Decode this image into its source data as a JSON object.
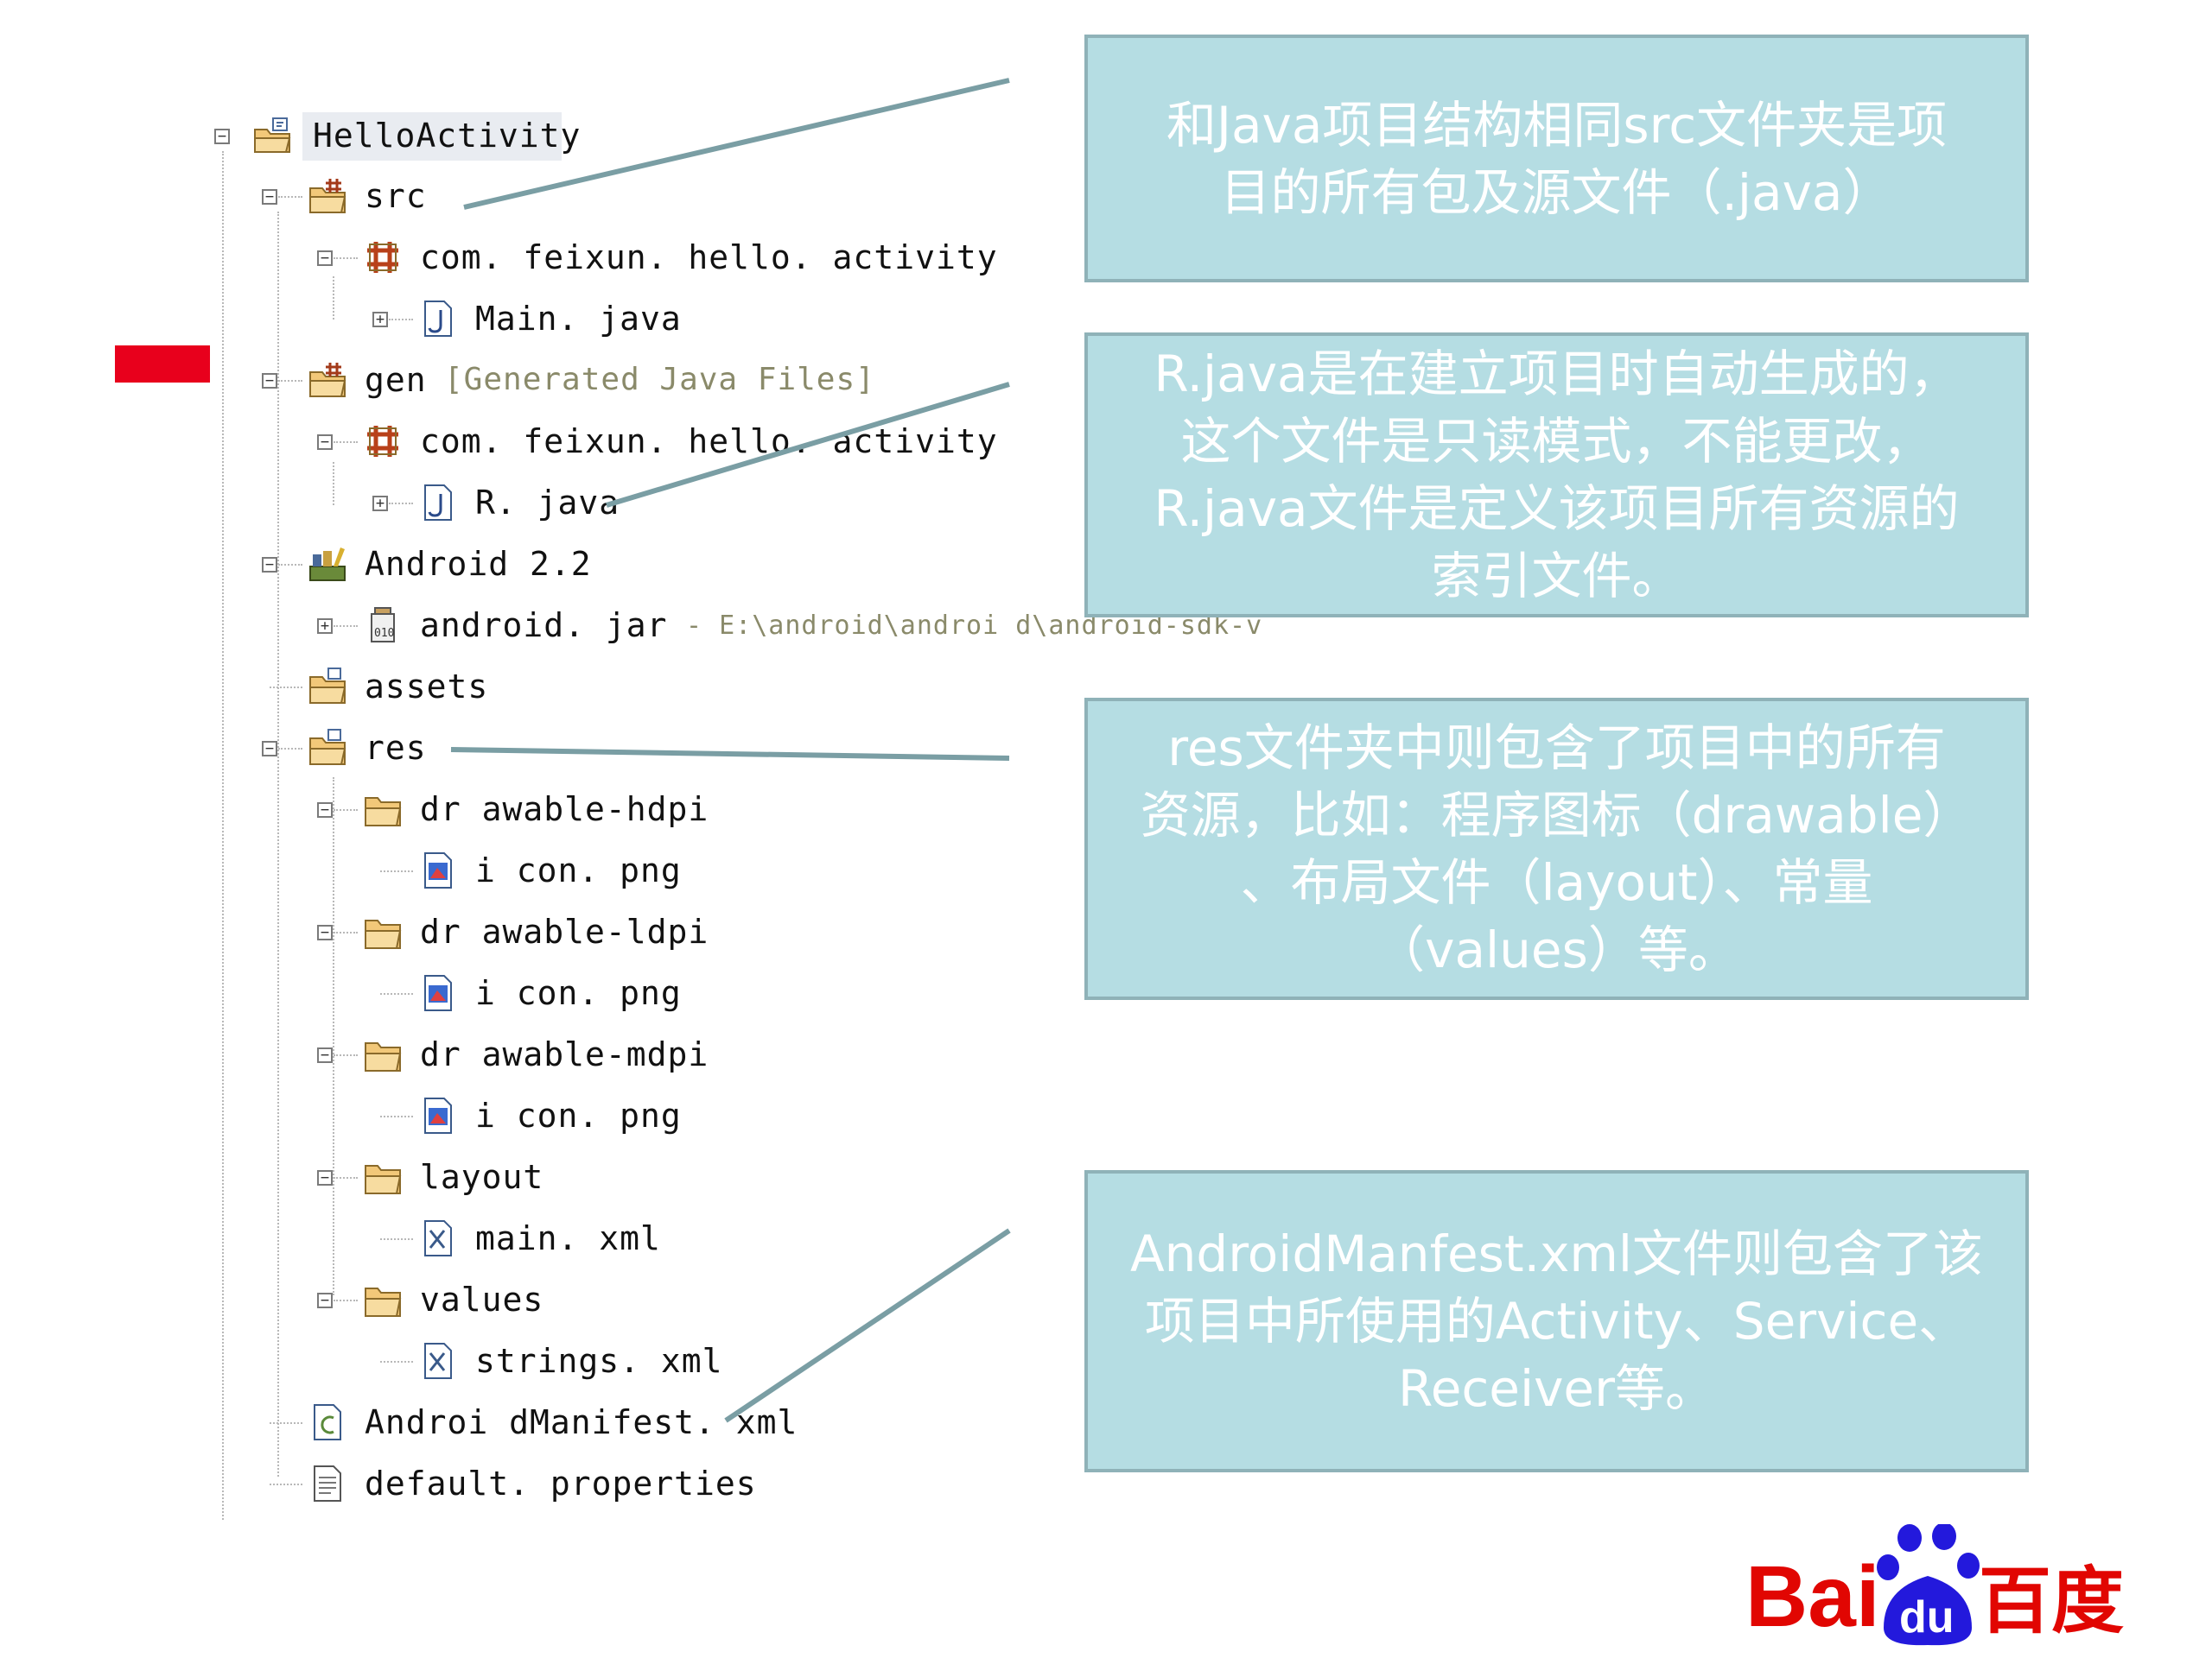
{
  "tree": {
    "root": {
      "label": "HelloActivity"
    },
    "items": [
      {
        "id": "src",
        "label": "src",
        "depth": 1,
        "toggle": "−",
        "icon": "source-folder-icon"
      },
      {
        "id": "pkg1",
        "label": "com. feixun. hello. activity",
        "depth": 2,
        "toggle": "−",
        "icon": "package-icon"
      },
      {
        "id": "main-java",
        "label": "Main. java",
        "depth": 3,
        "toggle": "+",
        "icon": "java-file-icon"
      },
      {
        "id": "gen",
        "label": "gen",
        "decor": "[Generated Java Files]",
        "depth": 1,
        "toggle": "−",
        "icon": "source-folder-icon"
      },
      {
        "id": "pkg2",
        "label": "com. feixun. hello. activity",
        "depth": 2,
        "toggle": "−",
        "icon": "package-icon"
      },
      {
        "id": "r-java",
        "label": "R. java",
        "depth": 3,
        "toggle": "+",
        "icon": "java-file-icon"
      },
      {
        "id": "android-lib",
        "label": "Android 2.2",
        "depth": 1,
        "toggle": "−",
        "icon": "library-icon"
      },
      {
        "id": "android-jar",
        "label": "android. jar",
        "decor": "- E:\\android\\androi d\\android-sdk-v",
        "depth": 2,
        "toggle": "+",
        "icon": "jar-icon"
      },
      {
        "id": "assets",
        "label": "assets",
        "depth": 1,
        "toggle": "",
        "icon": "folder-icon"
      },
      {
        "id": "res",
        "label": "res",
        "depth": 1,
        "toggle": "−",
        "icon": "folder-icon"
      },
      {
        "id": "drawable-hdpi",
        "label": "dr awable-hdpi",
        "depth": 2,
        "toggle": "−",
        "icon": "open-folder-icon"
      },
      {
        "id": "icon-hdpi",
        "label": "i con. png",
        "depth": 3,
        "toggle": "",
        "icon": "image-file-icon"
      },
      {
        "id": "drawable-ldpi",
        "label": "dr awable-ldpi",
        "depth": 2,
        "toggle": "−",
        "icon": "open-folder-icon"
      },
      {
        "id": "icon-ldpi",
        "label": "i con. png",
        "depth": 3,
        "toggle": "",
        "icon": "image-file-icon"
      },
      {
        "id": "drawable-mdpi",
        "label": "dr awable-mdpi",
        "depth": 2,
        "toggle": "−",
        "icon": "open-folder-icon"
      },
      {
        "id": "icon-mdpi",
        "label": "i con. png",
        "depth": 3,
        "toggle": "",
        "icon": "image-file-icon"
      },
      {
        "id": "layout",
        "label": "layout",
        "depth": 2,
        "toggle": "−",
        "icon": "open-folder-icon"
      },
      {
        "id": "main-xml",
        "label": "main. xml",
        "depth": 3,
        "toggle": "",
        "icon": "xml-file-icon"
      },
      {
        "id": "values",
        "label": "values",
        "depth": 2,
        "toggle": "−",
        "icon": "open-folder-icon"
      },
      {
        "id": "strings-xml",
        "label": "strings. xml",
        "depth": 3,
        "toggle": "",
        "icon": "xml-file-icon"
      },
      {
        "id": "manifest",
        "label": "Androi dManifest. xml",
        "depth": 1,
        "toggle": "",
        "icon": "manifest-file-icon"
      },
      {
        "id": "default-props",
        "label": "default. properties",
        "depth": 1,
        "toggle": "",
        "icon": "text-file-icon"
      }
    ]
  },
  "callouts": {
    "src": {
      "lines": [
        "和Java项目结构相同src文件夹是项",
        "目的所有包及源文件（.java）"
      ]
    },
    "rjava": {
      "lines": [
        "R.java是在建立项目时自动生成的，",
        "这个文件是只读模式，不能更改，",
        "R.java文件是定义该项目所有资源的",
        "索引文件。"
      ]
    },
    "res": {
      "lines": [
        "res文件夹中则包含了项目中的所有",
        "资源，比如：程序图标（drawable）",
        "、布局文件（layout）、常量",
        "（values）等。"
      ]
    },
    "manifest": {
      "lines": [
        "AndroidManfest.xml文件则包含了该",
        "项目中所使用的Activity、Service、",
        "Receiver等。"
      ]
    }
  },
  "logo": {
    "text_latin": "Bai",
    "text_paw": "du",
    "text_cn": "百度"
  },
  "colors": {
    "callout_fill": "#b5dde3",
    "callout_border": "#8fb2b8",
    "leader_line": "#7a9ea4",
    "marker_red": "#e8001c",
    "logo_red": "#e10602",
    "logo_blue": "#2319dc"
  }
}
